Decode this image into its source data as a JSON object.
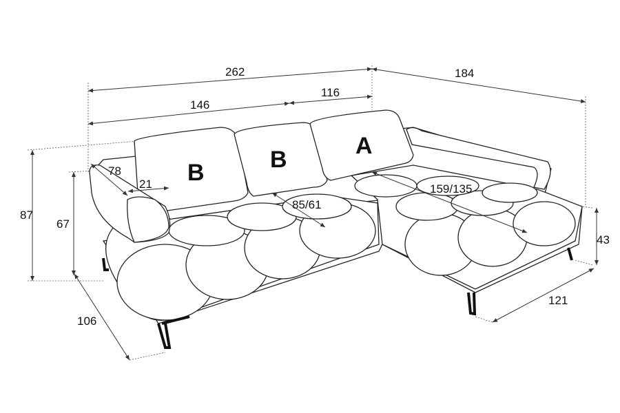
{
  "dimensions": {
    "total_width": "262",
    "chaise_depth": "184",
    "left_section_width": "146",
    "right_section_width": "116",
    "armrest_depth": "78",
    "armrest_width": "21",
    "back_height": "87",
    "armrest_height": "67",
    "seat_depth_left": "85/61",
    "seat_depth_chaise": "159/135",
    "seat_height": "43",
    "overall_depth": "106",
    "chaise_width": "121"
  },
  "cushions": {
    "left": "B",
    "middle": "B",
    "right": "A"
  }
}
